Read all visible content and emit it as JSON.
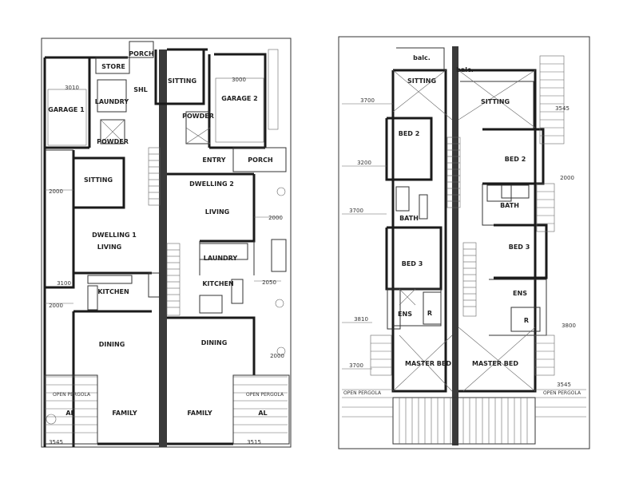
{
  "ground_floor": {
    "garage1": "GARAGE 1",
    "store": "STORE",
    "porch_top": "PORCH",
    "sitting_top": "SITTING",
    "garage2": "GARAGE 2",
    "laundry1": "LAUNDRY",
    "shl": "SHL",
    "powder1": "POWDER",
    "powder2": "POWDER",
    "entry": "ENTRY",
    "porch2": "PORCH",
    "sitting1": "SITTING",
    "dwelling2": "DWELLING 2",
    "living2": "LIVING",
    "dwelling1": "DWELLING 1",
    "living1": "LIVING",
    "laundry2": "LAUNDRY",
    "kitchen1": "KITCHEN",
    "kitchen2": "KITCHEN",
    "dining1": "DINING",
    "dining2": "DINING",
    "pergola1": "OPEN PERGOLA",
    "pergola2": "OPEN PERGOLA",
    "al1": "AL",
    "al2": "AL",
    "family1": "FAMILY",
    "family2": "FAMILY",
    "dim_3010": "3010",
    "dim_3000": "3000",
    "dim_2000a": "2000",
    "dim_2000b": "2000",
    "dim_2000c": "2000",
    "dim_3100": "3100",
    "dim_2050": "2050",
    "dim_2000d": "2000",
    "dim_3545": "3545",
    "dim_3515": "3515"
  },
  "upper_floor": {
    "balc1": "balc.",
    "balc2": "balc.",
    "sitting1": "SITTING",
    "sitting2": "SITTING",
    "bed2a": "BED 2",
    "bed2b": "BED 2",
    "bath1": "BATH",
    "bath2": "BATH",
    "bed3a": "BED 3",
    "bed3b": "BED 3",
    "ens1": "ENS",
    "ens2": "ENS",
    "r1": "R",
    "r2": "R",
    "master1": "MASTER BED",
    "master2": "MASTER BED",
    "pergola1": "OPEN PERGOLA",
    "pergola2": "OPEN PERGOLA",
    "dim_3700": "3700",
    "dim_3200": "3200",
    "dim_3700b": "3700",
    "dim_3810": "3810",
    "dim_3700c": "3700",
    "dim_3545": "3545",
    "dim_2000": "2000",
    "dim_3800": "3800",
    "dim_3545b": "3545"
  }
}
